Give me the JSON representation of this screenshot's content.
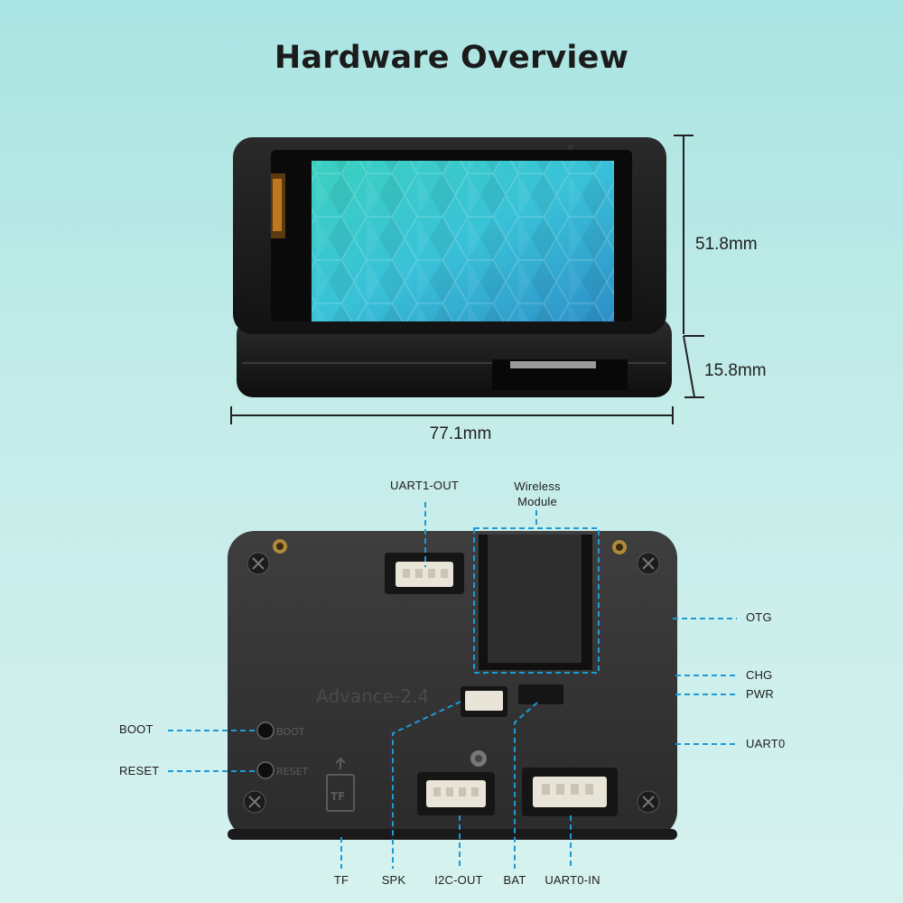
{
  "title": "Hardware Overview",
  "dimensions": {
    "height_main": "51.8mm",
    "height_base": "15.8mm",
    "width": "77.1mm"
  },
  "board_silkscreen": {
    "model": "Advance-2.4",
    "boot": "BOOT",
    "reset": "RESET",
    "tf": "TF"
  },
  "callouts": {
    "uart1_out": "UART1-OUT",
    "wireless_module": "Wireless\nModule",
    "otg": "OTG",
    "chg": "CHG",
    "pwr": "PWR",
    "uart0": "UART0",
    "boot": "BOOT",
    "reset": "RESET",
    "tf": "TF",
    "spk": "SPK",
    "i2c_out": "I2C-OUT",
    "bat": "BAT",
    "uart0_in": "UART0-IN"
  },
  "colors": {
    "background_top": "#a9e4e2",
    "background_bottom": "#d6f2ef",
    "callout_line": "#1e9ad6",
    "device_case": "#1c1c1c",
    "screen_teal": "#2fc0c8"
  }
}
